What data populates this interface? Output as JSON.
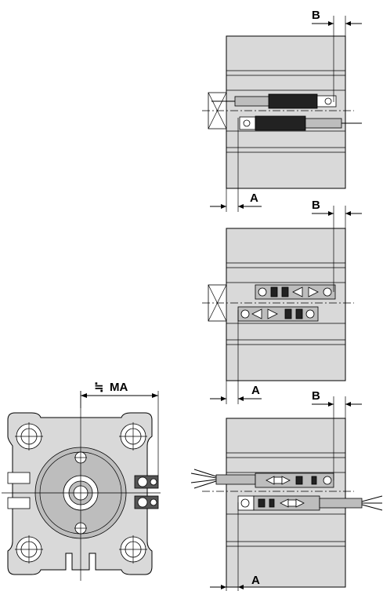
{
  "labels": {
    "dim_b": "B",
    "dim_a": "A",
    "dim_ma": "MA",
    "approx_symbol": "≒"
  },
  "views": [
    {
      "name": "top-side-view",
      "dim_b": "B",
      "dim_a": "A"
    },
    {
      "name": "middle-side-view",
      "dim_b": "B",
      "dim_a": "A"
    },
    {
      "name": "bottom-side-view",
      "dim_b": "B",
      "dim_a": "A"
    }
  ]
}
